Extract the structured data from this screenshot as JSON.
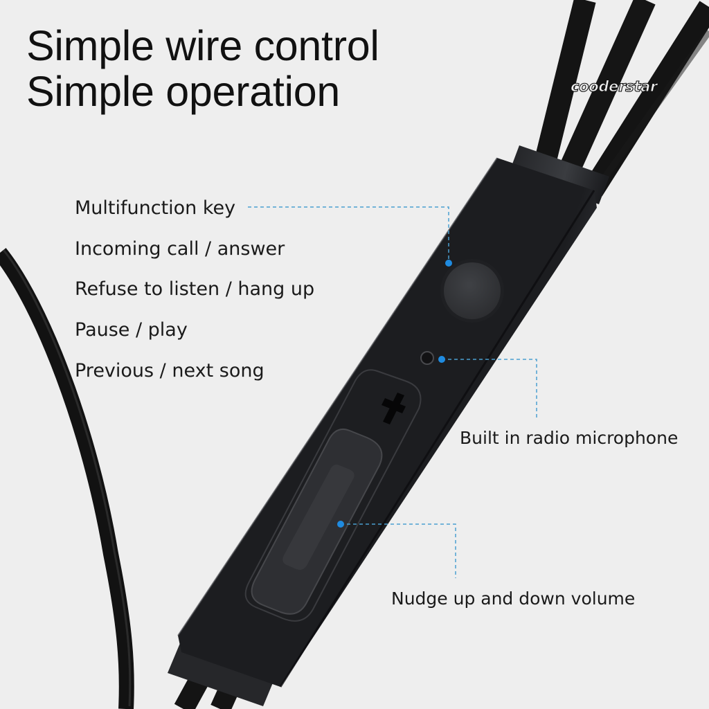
{
  "headline": {
    "line1": "Simple wire control",
    "line2": "Simple operation"
  },
  "brand_watermark": "cooderstar",
  "features": [
    "Multifunction key",
    "Incoming call / answer",
    "Refuse to listen / hang up",
    "Pause / play",
    "Previous / next song"
  ],
  "callouts": {
    "microphone": "Built in radio microphone",
    "volume": "Nudge up and down volume"
  },
  "colors": {
    "background": "#eeeeee",
    "remote_body": "#2c2d30",
    "cable": "#141414",
    "callout_line": "#4a9fd0",
    "callout_dot": "#1f8be0"
  }
}
